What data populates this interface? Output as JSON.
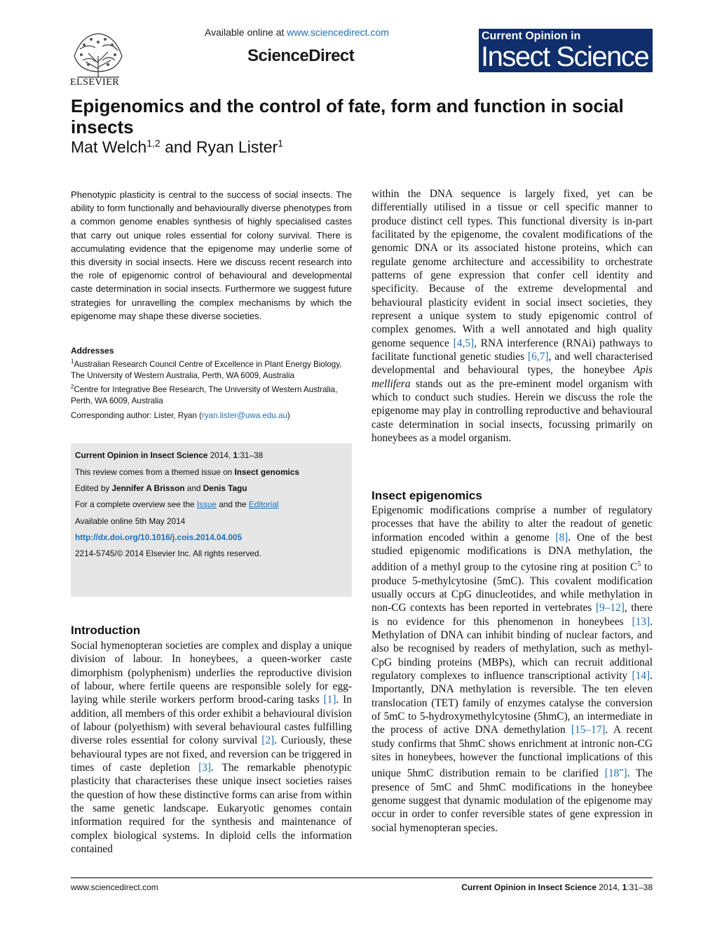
{
  "header": {
    "publisher_logo_text": "ELSEVIER",
    "available_prefix": "Available online at ",
    "available_url": "www.sciencedirect.com",
    "platform": "ScienceDirect",
    "journal_line1": "Current Opinion in",
    "journal_line2": "Insect Science"
  },
  "article": {
    "title": "Epigenomics and the control of fate, form and function in social insects",
    "author1": "Mat Welch",
    "author1_sup": "1,2",
    "author_and": " and ",
    "author2": "Ryan Lister",
    "author2_sup": "1"
  },
  "abstract": "Phenotypic plasticity is central to the success of social insects. The ability to form functionally and behaviourally diverse phenotypes from a common genome enables synthesis of highly specialised castes that carry out unique roles essential for colony survival. There is accumulating evidence that the epigenome may underlie some of this diversity in social insects. Here we discuss recent research into the role of epigenomic control of behavioural and developmental caste determination in social insects. Furthermore we suggest future strategies for unravelling the complex mechanisms by which the epigenome may shape these diverse societies.",
  "addresses": {
    "heading": "Addresses",
    "a1_sup": "1",
    "a1": "Australian Research Council Centre of Excellence in Plant Energy Biology, The University of Western Australia, Perth, WA 6009, Australia",
    "a2_sup": "2",
    "a2": "Centre for Integrative Bee Research, The University of Western Australia, Perth, WA 6009, Australia"
  },
  "corresponding": {
    "prefix": "Corresponding author: Lister, Ryan (",
    "email": "ryan.lister@uwa.edu.au",
    "suffix": ")"
  },
  "infobox": {
    "journal": "Current Opinion in Insect Science",
    "citation_year": " 2014, ",
    "citation_vol": "1",
    "citation_pages": ":31–38",
    "themed_prefix": "This review comes from a themed issue on ",
    "themed_topic": "Insect genomics",
    "edited_prefix": "Edited by ",
    "editor1": "Jennifer A Brisson",
    "editors_and": " and ",
    "editor2": "Denis Tagu",
    "overview_prefix": "For a complete overview see the ",
    "issue_link": "Issue",
    "overview_and": " and the ",
    "editorial_link": "Editorial",
    "available": "Available online 5th May 2014",
    "doi": "http://dx.doi.org/10.1016/j.cois.2014.04.005",
    "copyright": "2214-5745/© 2014 Elsevier Inc. All rights reserved."
  },
  "introduction": {
    "heading": "Introduction",
    "p1": "Social hymenopteran societies are complex and display a unique division of labour. In honeybees, a queen-worker caste dimorphism (polyphenism) underlies the reproductive division of labour, where fertile queens are responsible solely for egg-laying while sterile workers perform brood-caring tasks ",
    "r1": "[1]",
    "p2": ". In addition, all members of this order exhibit a behavioural division of labour (polyethism) with several behavioural castes fulfilling diverse roles essential for colony survival ",
    "r2": "[2]",
    "p3": ". Curiously, these behavioural types are not fixed, and reversion can be triggered in times of caste depletion ",
    "r3": "[3]",
    "p4": ". The remarkable phenotypic plasticity that characterises these unique insect societies raises the question of how these distinctive forms can arise from within the same genetic landscape. Eukaryotic genomes contain information required for the synthesis and maintenance of complex biological systems. In diploid cells the information contained"
  },
  "right_column": {
    "p1": "within the DNA sequence is largely fixed, yet can be differentially utilised in a tissue or cell specific manner to produce distinct cell types. This functional diversity is in-part facilitated by the epigenome, the covalent modifications of the genomic DNA or its associated histone proteins, which can regulate genome architecture and accessibility to orchestrate patterns of gene expression that confer cell identity and specificity. Because of the extreme developmental and behavioural plasticity evident in social insect societies, they represent a unique system to study epigenomic control of complex genomes. With a well annotated and high quality genome sequence ",
    "r45": "[4,5]",
    "p2": ", RNA interference (RNAi) pathways to facilitate functional genetic studies ",
    "r67": "[6,7]",
    "p3": ", and well characterised developmental and behavioural types, the honeybee ",
    "species": "Apis mellifera",
    "p4": " stands out as the pre-eminent model organism with which to conduct such studies. Herein we discuss the role the epigenome may play in controlling reproductive and behavioural caste determination in social insects, focussing primarily on honeybees as a model organism."
  },
  "insect_epigenomics": {
    "heading": "Insect epigenomics",
    "p1": "Epigenomic modifications comprise a number of regulatory processes that have the ability to alter the readout of genetic information encoded within a genome ",
    "r8": "[8]",
    "p2": ". One of the best studied epigenomic modifications is DNA methylation, the addition of a methyl group to the cytosine ring at position C",
    "c_sup": "5",
    "p3": " to produce 5-methylcytosine (5mC). This covalent modification usually occurs at CpG dinucleotides, and while methylation in non-CG contexts has been reported in vertebrates ",
    "r912": "[9–12]",
    "p4": ", there is no evidence for this phenomenon in honeybees ",
    "r13": "[13]",
    "p5": ". Methylation of DNA can inhibit binding of nuclear factors, and also be recognised by readers of methylation, such as methyl-CpG binding proteins (MBPs), which can recruit additional regulatory complexes to influence transcriptional activity ",
    "r14": "[14]",
    "p6": ". Importantly, DNA methylation is reversible. The ten eleven translocation (TET) family of enzymes catalyse the conversion of 5mC to 5-hydroxymethylcytosine (5hmC), an intermediate in the process of active DNA demethylation ",
    "r1517": "[15–17]",
    "p7": ". A recent study confirms that 5hmC shows enrichment at intronic non-CG sites in honeybees, however the functional implications of this unique 5hmC distribution remain to be clarified ",
    "r18": "[18",
    "r18_dots": "••",
    "r18_close": "]",
    "p8": ". The presence of 5mC and 5hmC modifications in the honeybee genome suggest that dynamic modulation of the epigenome may occur in order to confer reversible states of gene expression in social hymenopteran species."
  },
  "footer": {
    "left": "www.sciencedirect.com",
    "right_journal": "Current Opinion in Insect Science",
    "right_year": " 2014, ",
    "right_vol": "1",
    "right_pages": ":31–38"
  }
}
